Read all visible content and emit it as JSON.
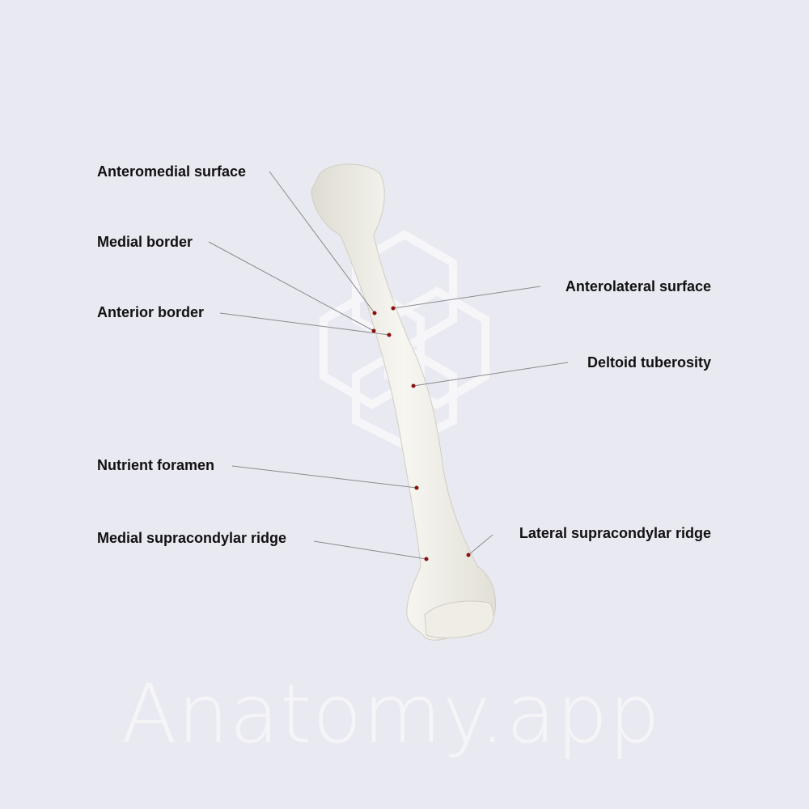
{
  "watermark": "Anatomy.app",
  "colors": {
    "background": "#e9e9f1",
    "bone": "#f3f2ec",
    "point": "#8b1010",
    "leader": "#8a8a90"
  },
  "labels": {
    "anteromedial_surface": "Anteromedial surface",
    "medial_border": "Medial border",
    "anterior_border": "Anterior border",
    "anterolateral_surface": "Anterolateral surface",
    "deltoid_tuberosity": "Deltoid tuberosity",
    "nutrient_foramen": "Nutrient foramen",
    "medial_supracondylar_ridge": "Medial supracondylar ridge",
    "lateral_supracondylar_ridge": "Lateral supracondylar ridge"
  }
}
